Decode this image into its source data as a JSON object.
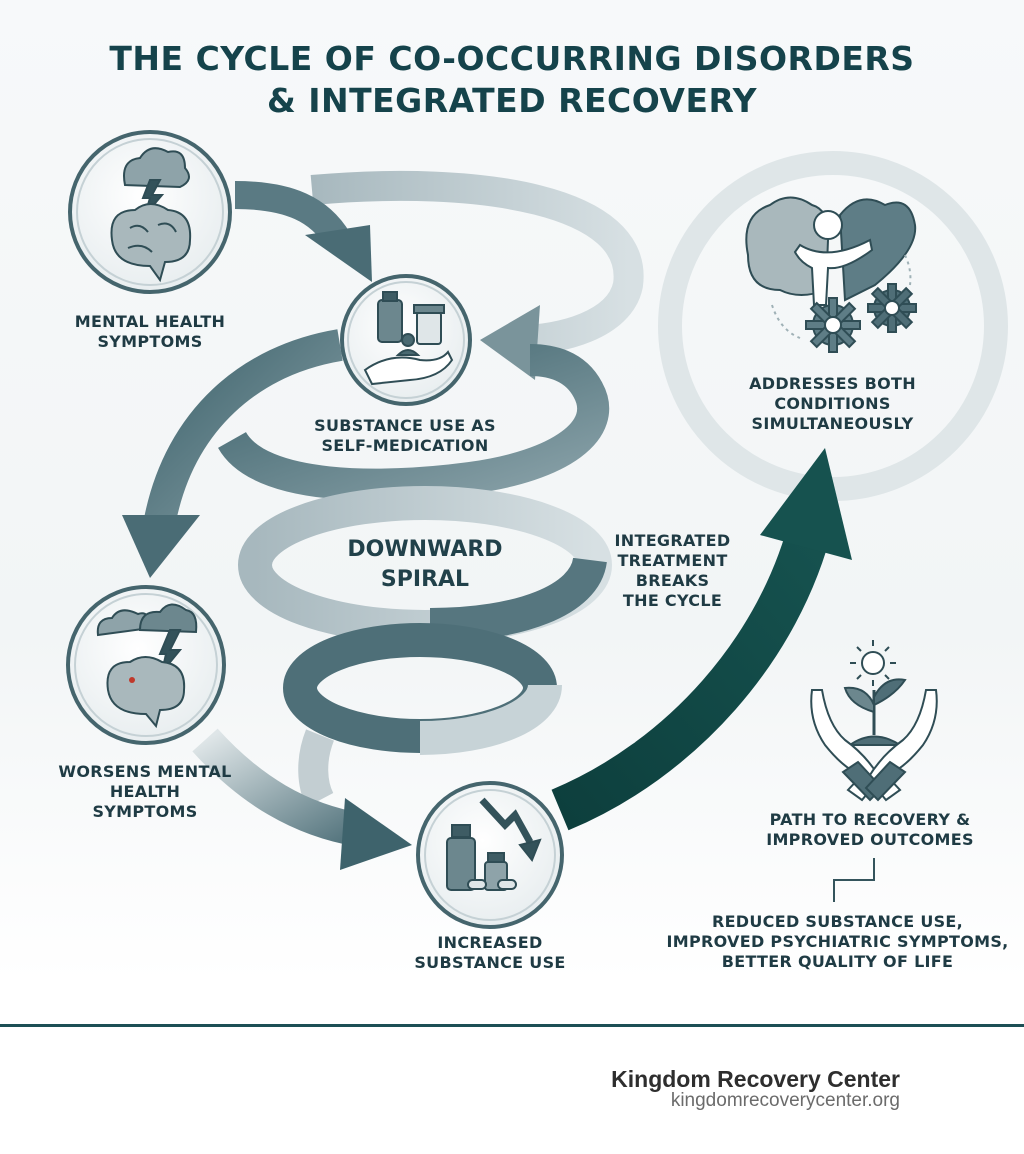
{
  "title": {
    "line1": "THE CYCLE OF CO-OCCURRING DISORDERS",
    "line2": "& INTEGRATED RECOVERY"
  },
  "nodes": {
    "mental_health": {
      "line1": "MENTAL HEALTH",
      "line2": "SYMPTOMS",
      "icon": "storm-brain-icon"
    },
    "self_medication": {
      "line1": "SUBSTANCE USE AS",
      "line2": "SELF-MEDICATION",
      "icon": "medicine-hand-icon"
    },
    "worsens": {
      "line1": "WORSENS MENTAL",
      "line2": "HEALTH",
      "line3": "SYMPTOMS",
      "icon": "heavy-storm-brain-icon"
    },
    "increased_use": {
      "line1": "INCREASED",
      "line2": "SUBSTANCE USE",
      "icon": "bottles-down-arrow-icon"
    },
    "addresses_both": {
      "line1": "ADDRESSES BOTH",
      "line2": "CONDITIONS",
      "line3": "SIMULTANEOUSLY",
      "icon": "brain-heart-gears-icon"
    },
    "path_recovery": {
      "line1": "PATH TO RECOVERY &",
      "line2": "IMPROVED OUTCOMES",
      "icon": "hands-plant-sun-icon"
    },
    "outcomes": {
      "line1": "REDUCED SUBSTANCE USE,",
      "line2": "IMPROVED PSYCHIATRIC SYMPTOMS,",
      "line3": "BETTER QUALITY OF LIFE"
    }
  },
  "spiral": {
    "line1": "DOWNWARD",
    "line2": "SPIRAL"
  },
  "integrated": {
    "line1": "INTEGRATED",
    "line2": "TREATMENT",
    "line3": "BREAKS",
    "line4": "THE CYCLE"
  },
  "footer": {
    "brand": "Kingdom Recovery Center",
    "url": "kingdomrecoverycenter.org"
  },
  "colors": {
    "primary": "#15434b",
    "arrow_dark": "#4f7079",
    "arrow_light": "#b9c7cc",
    "accent_green": "#0f4a47"
  }
}
